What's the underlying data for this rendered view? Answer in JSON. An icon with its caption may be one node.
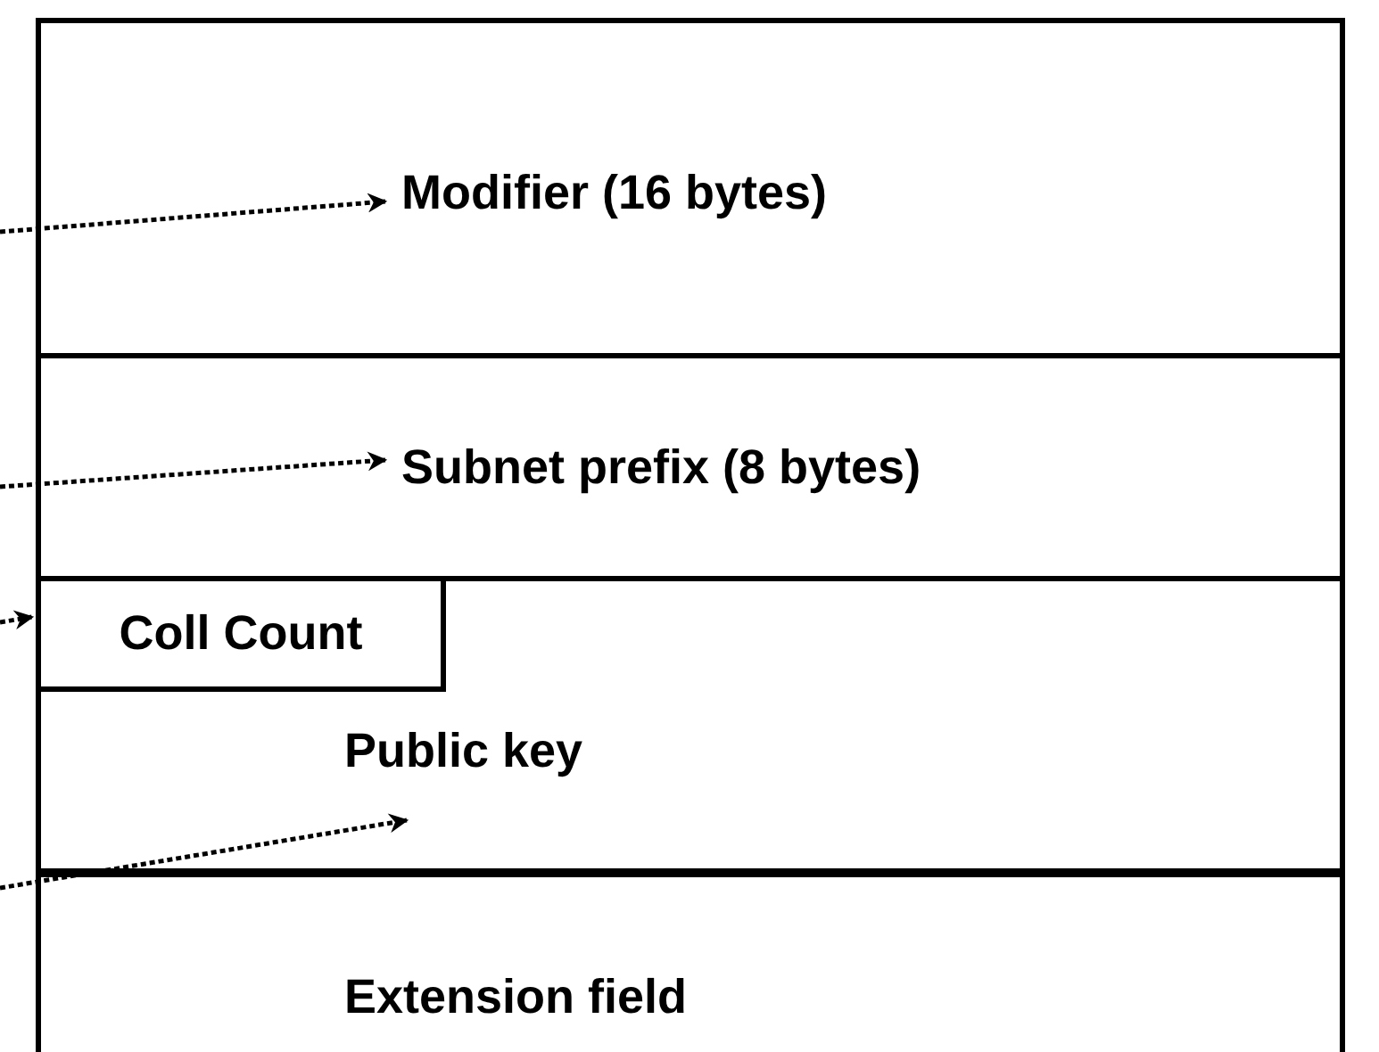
{
  "diagram": {
    "nodes": [
      {
        "text": [
          "Modifier (16 bytes)"
        ]
      },
      {
        "text": [
          "Subnet prefix (8 bytes)"
        ]
      },
      {
        "text": [
          "Public key"
        ]
      },
      {
        "text": [
          "Coll Count"
        ],
        "in": 2
      },
      {
        "text": [
          "Extension field"
        ]
      }
    ],
    "edges": [
      {
        "from": null,
        "to": 0,
        "arrow": "to",
        "style": "dashed"
      },
      {
        "from": null,
        "to": 1,
        "arrow": "to",
        "style": "dashed"
      },
      {
        "from": null,
        "to": 3,
        "arrow": "to",
        "style": "dashed"
      },
      {
        "from": null,
        "to": 2,
        "arrow": "to",
        "style": "dashed"
      }
    ]
  }
}
